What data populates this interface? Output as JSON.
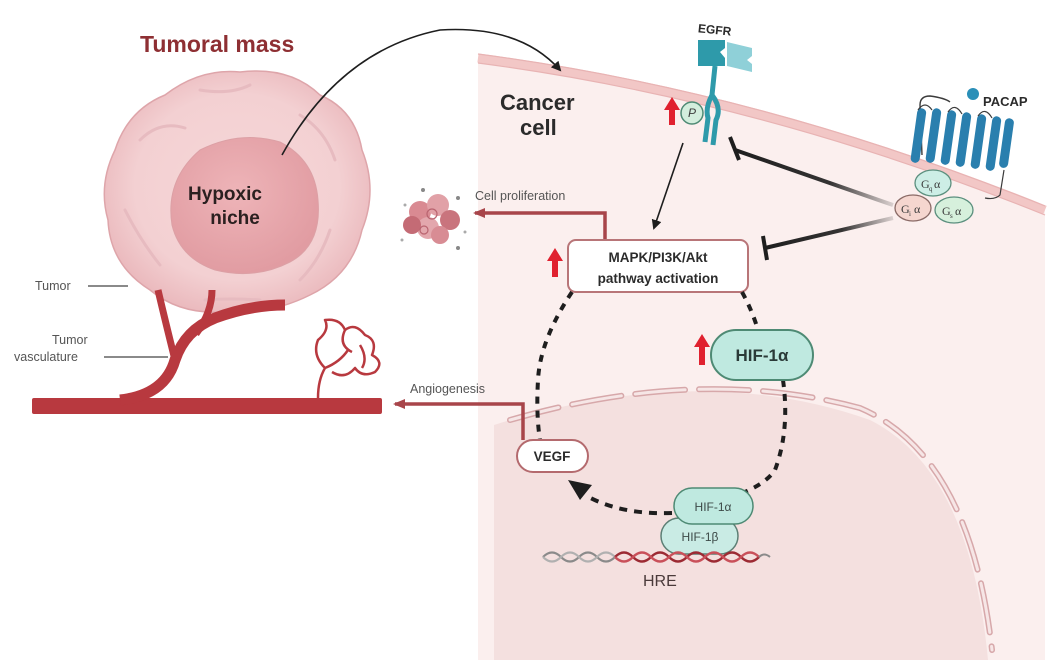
{
  "labels": {
    "tumoral_mass": "Tumoral mass",
    "hypoxic_line1": "Hypoxic",
    "hypoxic_line2": "niche",
    "cancer_line1": "Cancer",
    "cancer_line2": "cell",
    "tumor": "Tumor",
    "tumor_vasc_line1": "Tumor",
    "tumor_vasc_line2": "vasculature",
    "cell_proliferation": "Cell proliferation",
    "angiogenesis": "Angiogenesis",
    "egfr": "EGFR",
    "phospho": "P",
    "pacap": "PACAP",
    "pathway_line1": "MAPK/PI3K/Akt",
    "pathway_line2": "pathway activation",
    "hif1a": "HIF-1α",
    "hif1a_small": "HIF-1α",
    "hif1b_small": "HIF-1β",
    "vegf": "VEGF",
    "hre": "HRE",
    "gq": {
      "g": "G",
      "sub": "q",
      "alpha": "α"
    },
    "gi": {
      "g": "G",
      "sub": "i",
      "alpha": "α"
    },
    "gs": {
      "g": "G",
      "sub": "s",
      "alpha": "α"
    }
  },
  "colors": {
    "title_red": "#8e2f33",
    "upregulation_arrow": "#e0212f",
    "vessel": "#b8393f",
    "egfr_teal": "#2e9aaa",
    "pacap_blue": "#2a7fae",
    "hif_fill": "#bfe9e0",
    "hif_stroke": "#4e8a74",
    "cell_bg": "#fbefee",
    "nucleus_bg": "#f4e0df",
    "membrane": "#f2c7c6"
  }
}
